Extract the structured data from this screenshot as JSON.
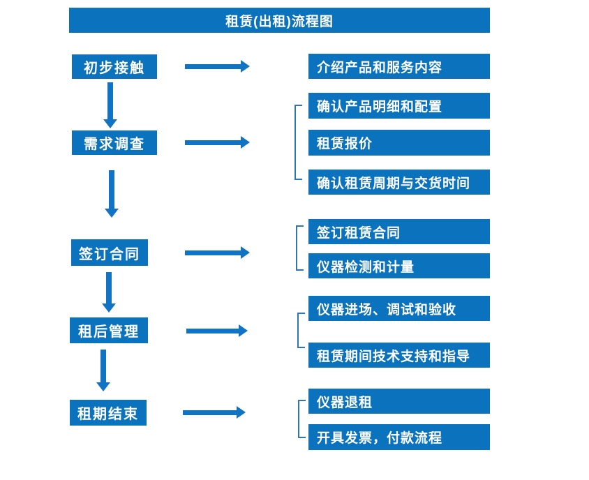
{
  "title": "租赁(出租)流程图",
  "colors": {
    "box_blue": "#0b72be",
    "arrow_blue": "#1173c4",
    "bracket_blue": "#2e75b6",
    "text_white": "#ffffff",
    "background": "#ffffff"
  },
  "flow": {
    "steps": [
      {
        "label": "初步接触",
        "outputs": [
          "介绍产品和服务内容"
        ]
      },
      {
        "label": "需求调查",
        "outputs": [
          "确认产品明细和配置",
          "租赁报价",
          "确认租赁周期与交货时间"
        ]
      },
      {
        "label": "签订合同",
        "outputs": [
          "签订租赁合同",
          "仪器检测和计量"
        ]
      },
      {
        "label": "租后管理",
        "outputs": [
          "仪器进场、调试和验收",
          "租赁期间技术支持和指导"
        ]
      },
      {
        "label": "租期结束",
        "outputs": [
          "仪器退租",
          "开具发票，付款流程"
        ]
      }
    ]
  }
}
